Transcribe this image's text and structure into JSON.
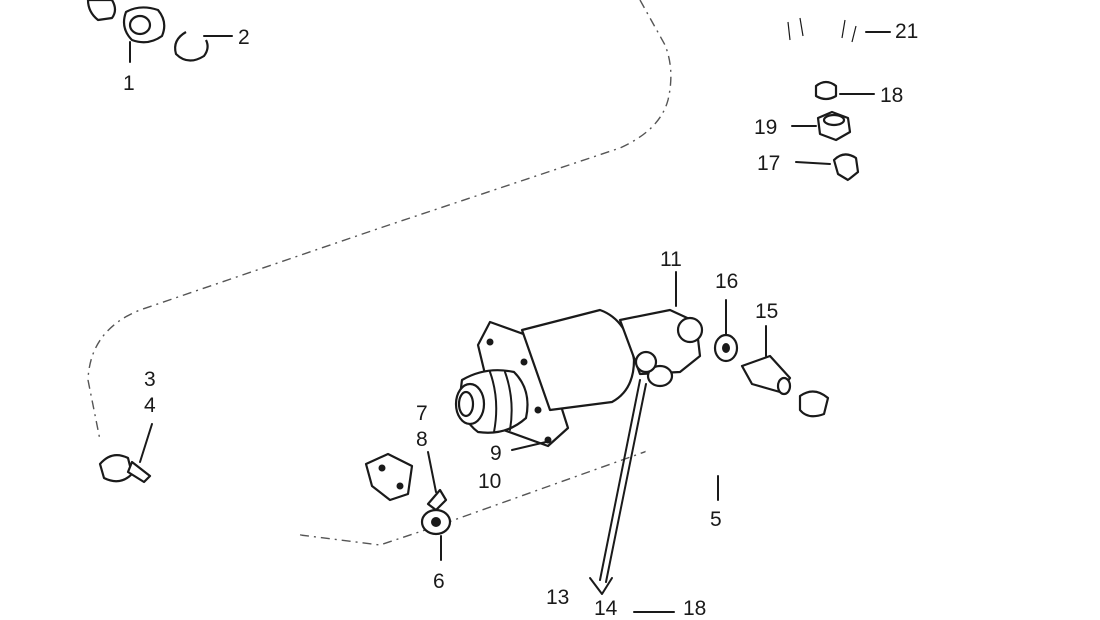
{
  "diagram": {
    "callouts": {
      "c1": "1",
      "c2": "2",
      "c3": "3",
      "c4": "4",
      "c5": "5",
      "c6": "6",
      "c7": "7",
      "c8": "8",
      "c9": "9",
      "c10": "10",
      "c11": "11",
      "c13": "13",
      "c14": "14",
      "c15": "15",
      "c16": "16",
      "c17": "17",
      "c18a": "18",
      "c18b": "18",
      "c19": "19",
      "c21": "21"
    },
    "colors": {
      "ink": "#1a1a1a",
      "background": "#ffffff",
      "dash": "#555555"
    }
  }
}
